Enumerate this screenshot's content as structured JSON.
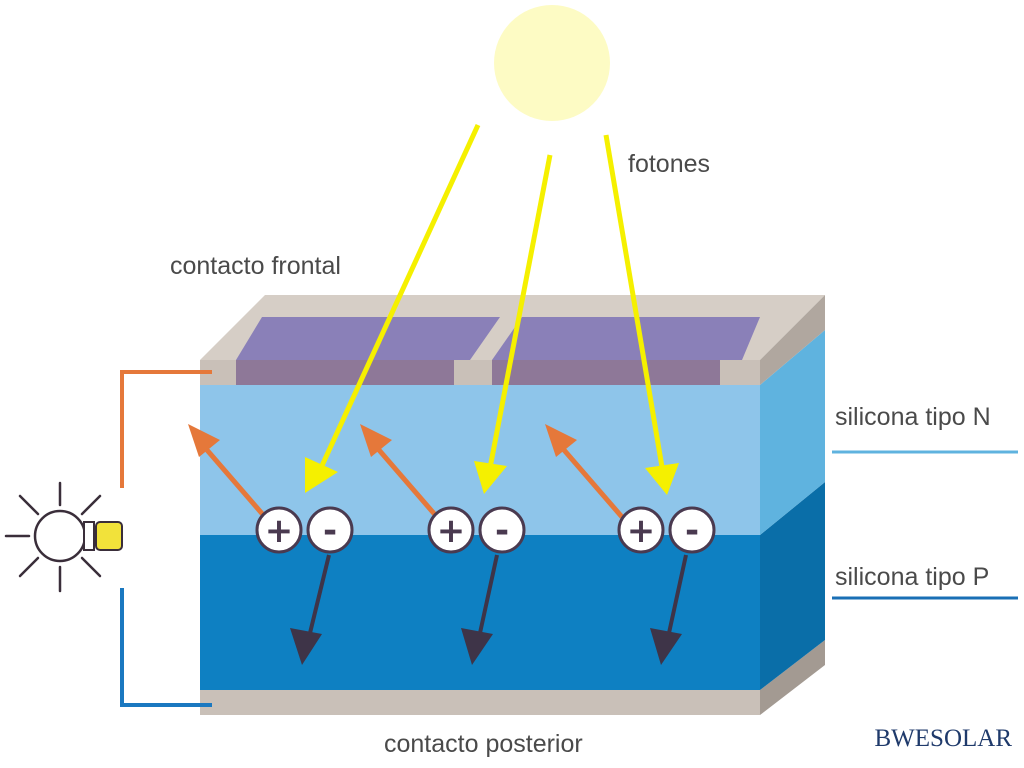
{
  "labels": {
    "photons": "fotones",
    "front_contact": "contacto frontal",
    "n_type": "silicona tipo N",
    "p_type": "silicona tipo P",
    "back_contact": "contacto posterior"
  },
  "brand": "BWESOLAR",
  "charges": [
    {
      "positive": "+",
      "negative": "-"
    },
    {
      "positive": "+",
      "negative": "-"
    },
    {
      "positive": "+",
      "negative": "-"
    }
  ],
  "colors": {
    "sun": "#fdfbc4",
    "photon_arrow": "#f5f000",
    "hole_arrow": "#e5783a",
    "electron_arrow": "#3e3448",
    "n_layer": "#8ec5ea",
    "p_layer": "#0e80c2",
    "contact": "#c9c0b8",
    "front_pad": "#8a80b8",
    "wire_top": "#e5783a",
    "wire_bottom": "#1a78c0"
  },
  "icons": {
    "sun": "sun-icon",
    "bulb": "light-bulb-icon"
  }
}
